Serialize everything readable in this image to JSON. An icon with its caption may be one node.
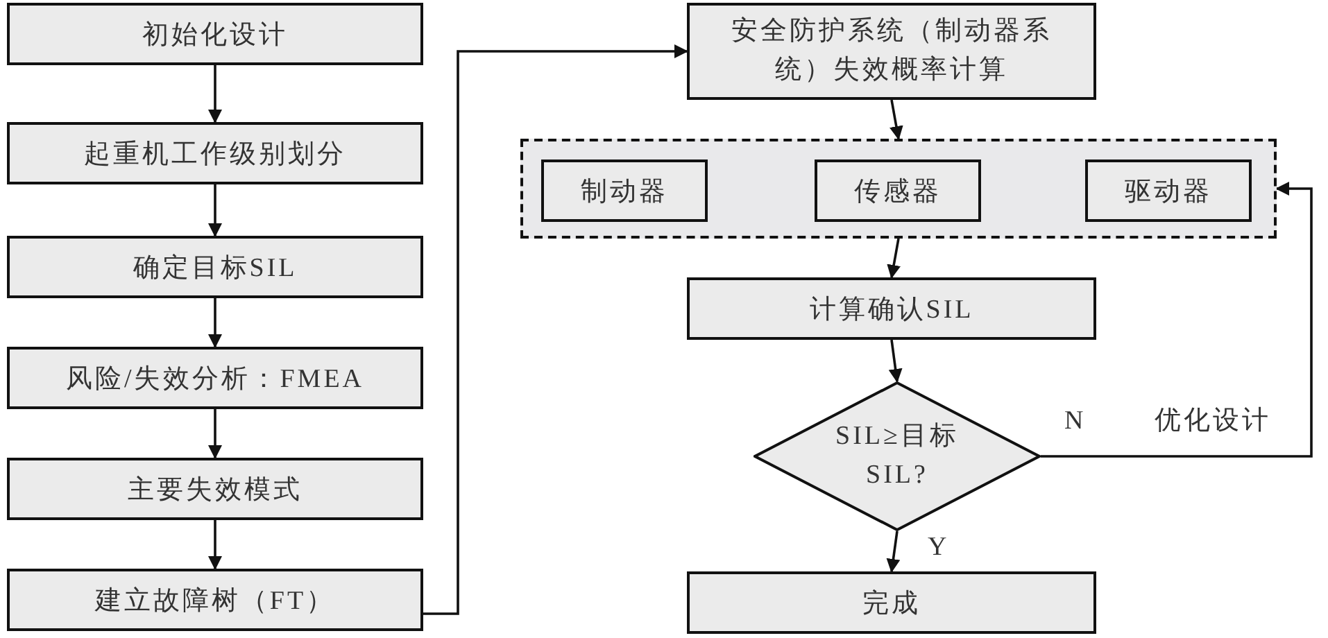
{
  "diagram": {
    "nodes": [
      {
        "text": [
          "初始化设计"
        ]
      },
      {
        "text": [
          "起重机工作级别划分"
        ]
      },
      {
        "text": [
          "确定目标SIL"
        ]
      },
      {
        "text": [
          "风险/失效分析：FMEA"
        ]
      },
      {
        "text": [
          "主要失效模式"
        ]
      },
      {
        "text": [
          "建立故障树（FT）"
        ]
      },
      {
        "text": [
          "安全防护系统（制动器系统）失效概率计算"
        ]
      },
      {
        "text": [],
        "shape": "box"
      },
      {
        "text": [
          "制动器"
        ],
        "in": 7
      },
      {
        "text": [
          "传感器"
        ],
        "in": 7
      },
      {
        "text": [
          "驱动器"
        ],
        "in": 7
      },
      {
        "text": [
          "计算确认SIL"
        ]
      },
      {
        "text": [
          "SIL≥目标 SIL?"
        ]
      },
      {
        "text": [
          "完成"
        ]
      }
    ],
    "edges": [
      {
        "from": 0,
        "to": 1,
        "arrow": "to"
      },
      {
        "from": 1,
        "to": 2,
        "arrow": "to"
      },
      {
        "from": 2,
        "to": 3,
        "arrow": "to"
      },
      {
        "from": 3,
        "to": 4,
        "arrow": "to"
      },
      {
        "from": 4,
        "to": 5,
        "arrow": "to"
      },
      {
        "from": 5,
        "to": 6,
        "arrow": "to"
      },
      {
        "from": 6,
        "to": 7,
        "arrow": "to"
      },
      {
        "from": 7,
        "to": 11,
        "arrow": "to"
      },
      {
        "from": 11,
        "to": 12,
        "arrow": "to"
      },
      {
        "from": 12,
        "to": 13,
        "arrow": "to",
        "label": "Y"
      },
      {
        "from": 12,
        "to": 7,
        "arrow": "to",
        "label": "N"
      }
    ],
    "labels": [
      "优化设计"
    ]
  }
}
